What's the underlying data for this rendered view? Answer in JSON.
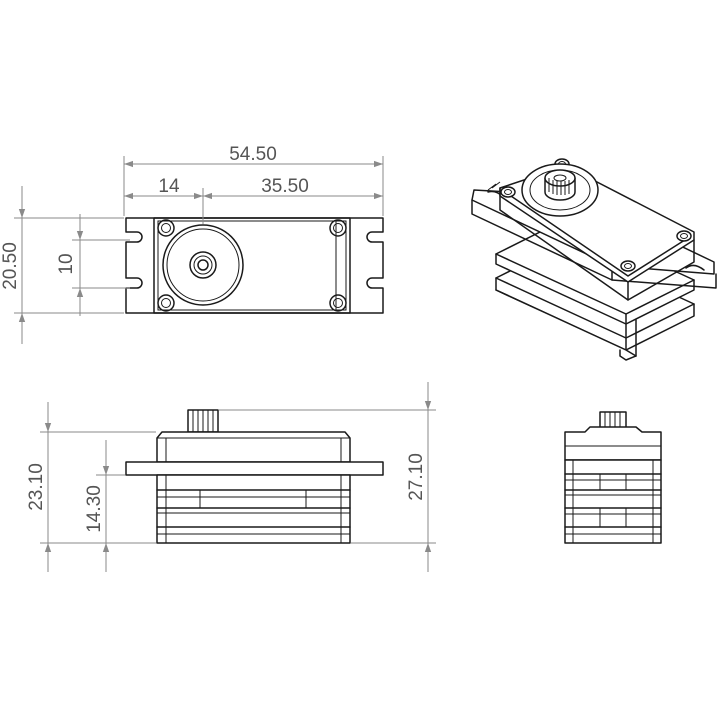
{
  "dimensions": {
    "overall_length": "54.50",
    "shaft_offset": "14",
    "shaft_to_end": "35.50",
    "width": "20.50",
    "slot_spacing": "10",
    "case_height": "23.10",
    "flange_height": "14.30",
    "total_height": "27.10"
  },
  "colors": {
    "line": "#1a1a1a",
    "dimension": "#8a8a8a",
    "text": "#555555",
    "background": "#ffffff"
  }
}
